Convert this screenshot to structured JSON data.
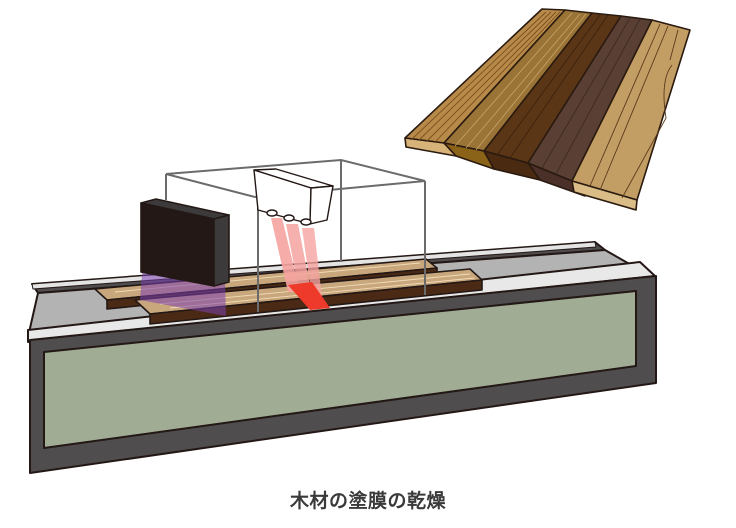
{
  "caption": "木材の塗膜の乾燥",
  "illustration": {
    "subject": "wood coating drying line",
    "components": [
      "conveyor",
      "wood-boards-on-conveyor",
      "uv-lamp-unit",
      "ir-heater-unit",
      "enclosure-frame",
      "finished-wood-planks"
    ]
  },
  "colors": {
    "conveyor_body": "#4f4d4e",
    "conveyor_panel": "#a0ac93",
    "conveyor_top": "#b3b3b3",
    "frame_line": "#6b6b6b",
    "uv_light": "#7a3fb0",
    "ir_light": "#ee3a2a",
    "ir_beam": "#f5a3a0",
    "lamp_dark": "#231815",
    "plank_colors": [
      "#b88a4a",
      "#9a7436",
      "#5a3616",
      "#5a4034",
      "#c39e64"
    ]
  }
}
